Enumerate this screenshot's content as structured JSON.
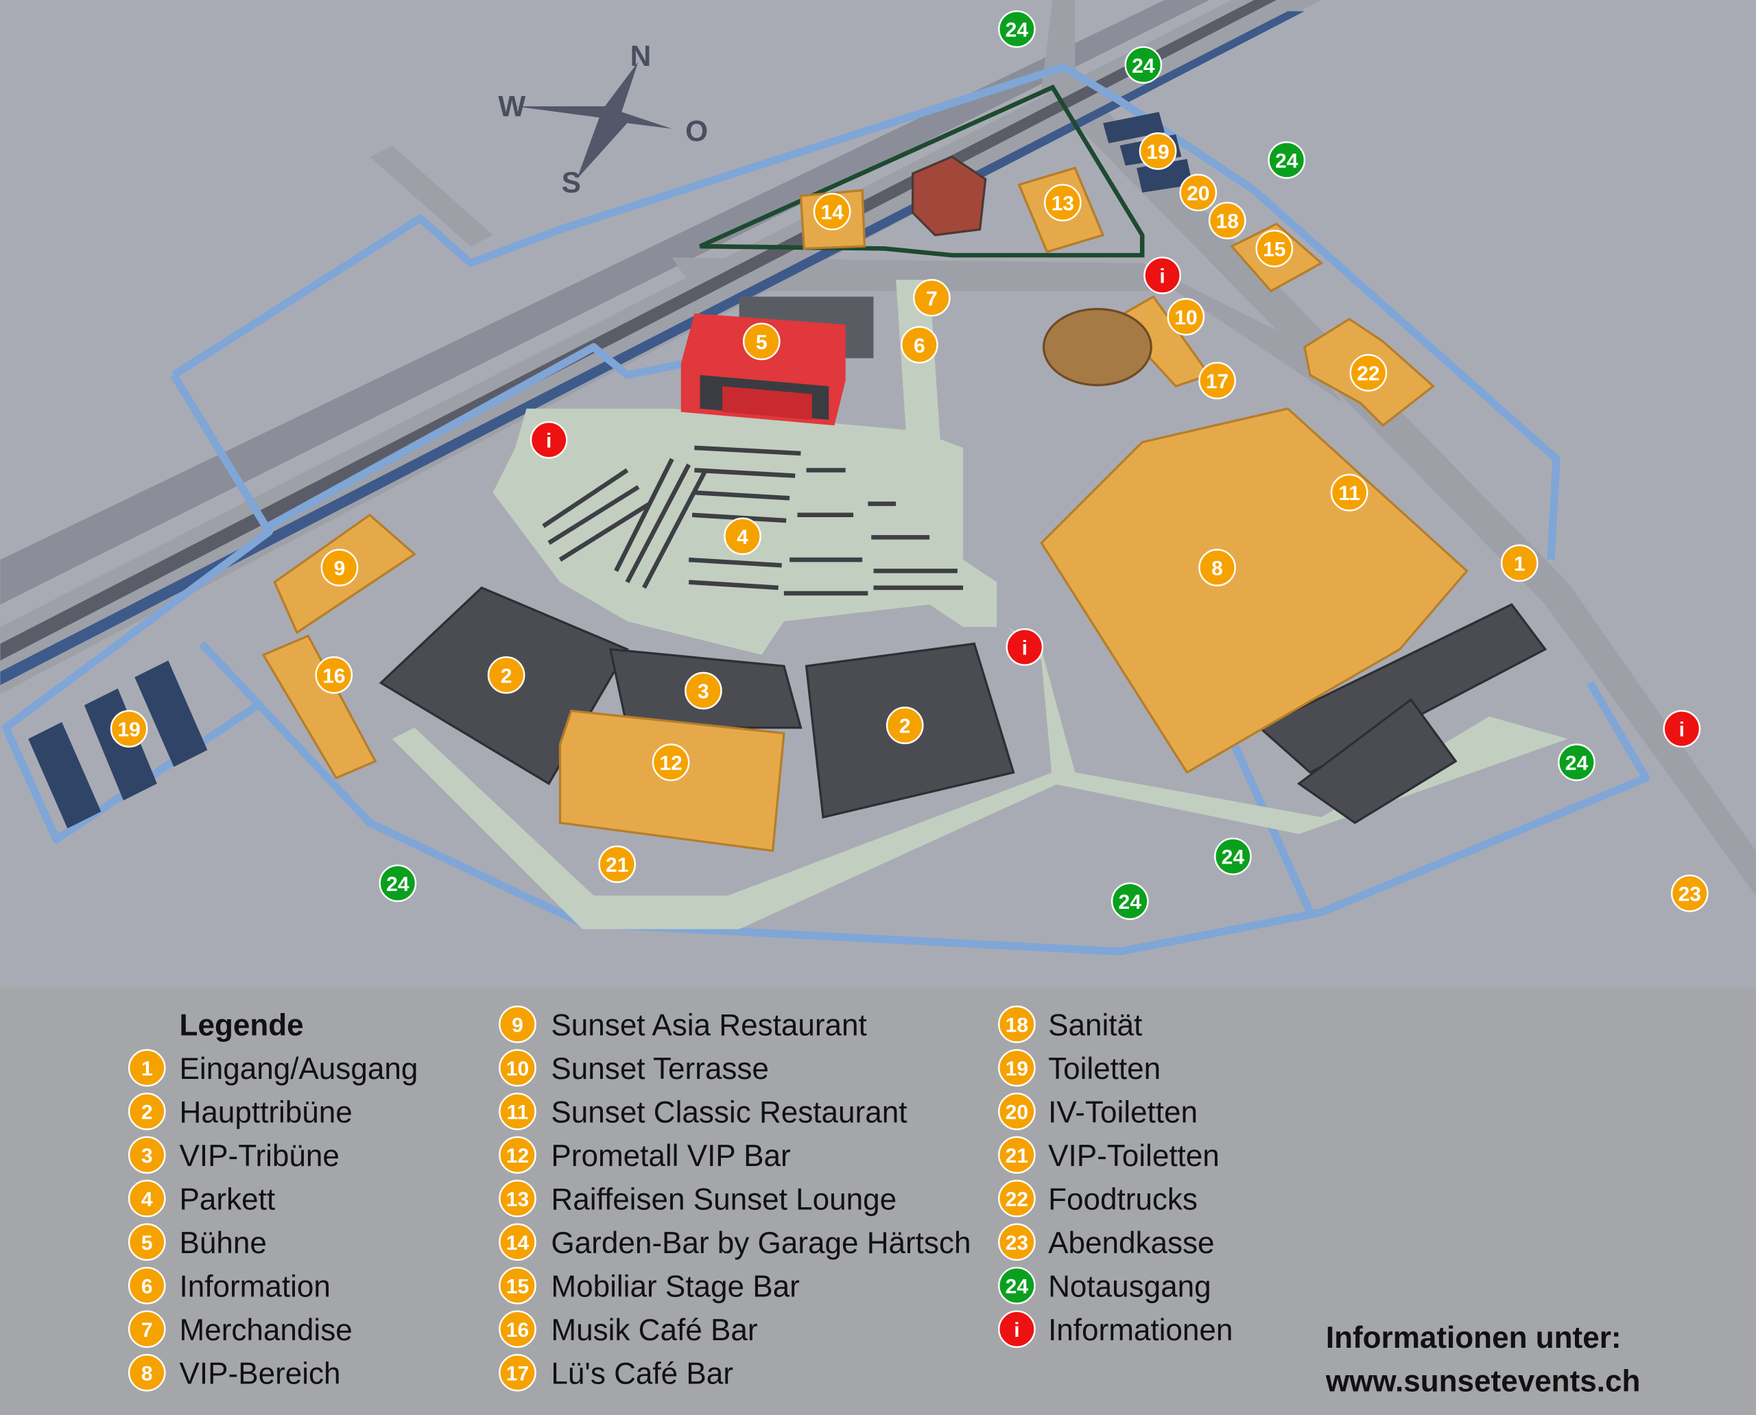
{
  "colors": {
    "orange_marker": "#f5a200",
    "green_marker": "#0aa01e",
    "red_marker": "#ee1111",
    "map_background": "#a9abb4",
    "legend_background": "#a5a6aa",
    "walkway": "#c2cfc0",
    "fence": "#7fa6d6",
    "tent_orange": "#e6a94a",
    "stage_red": "#e0383c",
    "grandstand": "#4b4c52"
  },
  "map": {
    "compass": {
      "north": "N",
      "east": "O",
      "south": "S",
      "west": "W"
    },
    "markers": [
      {
        "n": "24",
        "type": "exit"
      },
      {
        "n": "24",
        "type": "exit"
      },
      {
        "n": "24",
        "type": "exit"
      },
      {
        "n": "24",
        "type": "exit"
      },
      {
        "n": "24",
        "type": "exit"
      },
      {
        "n": "24",
        "type": "exit"
      },
      {
        "n": "24",
        "type": "exit"
      },
      {
        "n": "19",
        "type": "poi"
      },
      {
        "n": "19",
        "type": "poi"
      },
      {
        "n": "20",
        "type": "poi"
      },
      {
        "n": "18",
        "type": "poi"
      },
      {
        "n": "15",
        "type": "poi"
      },
      {
        "n": "13",
        "type": "poi"
      },
      {
        "n": "14",
        "type": "poi"
      },
      {
        "n": "i",
        "type": "info"
      },
      {
        "n": "i",
        "type": "info"
      },
      {
        "n": "i",
        "type": "info"
      },
      {
        "n": "i",
        "type": "info"
      },
      {
        "n": "7",
        "type": "poi"
      },
      {
        "n": "6",
        "type": "poi"
      },
      {
        "n": "5",
        "type": "poi"
      },
      {
        "n": "10",
        "type": "poi"
      },
      {
        "n": "17",
        "type": "poi"
      },
      {
        "n": "22",
        "type": "poi"
      },
      {
        "n": "11",
        "type": "poi"
      },
      {
        "n": "8",
        "type": "poi"
      },
      {
        "n": "1",
        "type": "poi"
      },
      {
        "n": "9",
        "type": "poi"
      },
      {
        "n": "4",
        "type": "poi"
      },
      {
        "n": "16",
        "type": "poi"
      },
      {
        "n": "2",
        "type": "poi"
      },
      {
        "n": "2",
        "type": "poi"
      },
      {
        "n": "3",
        "type": "poi"
      },
      {
        "n": "12",
        "type": "poi"
      },
      {
        "n": "21",
        "type": "poi"
      },
      {
        "n": "23",
        "type": "poi"
      }
    ]
  },
  "legend": {
    "title": "Legende",
    "items": [
      {
        "n": "1",
        "label": "Eingang/Ausgang",
        "type": "poi"
      },
      {
        "n": "2",
        "label": "Haupttribüne",
        "type": "poi"
      },
      {
        "n": "3",
        "label": "VIP-Tribüne",
        "type": "poi"
      },
      {
        "n": "4",
        "label": "Parkett",
        "type": "poi"
      },
      {
        "n": "5",
        "label": "Bühne",
        "type": "poi"
      },
      {
        "n": "6",
        "label": "Information",
        "type": "poi"
      },
      {
        "n": "7",
        "label": "Merchandise",
        "type": "poi"
      },
      {
        "n": "8",
        "label": "VIP-Bereich",
        "type": "poi"
      },
      {
        "n": "9",
        "label": "Sunset Asia Restaurant",
        "type": "poi"
      },
      {
        "n": "10",
        "label": "Sunset Terrasse",
        "type": "poi"
      },
      {
        "n": "11",
        "label": "Sunset Classic Restaurant",
        "type": "poi"
      },
      {
        "n": "12",
        "label": "Prometall VIP Bar",
        "type": "poi"
      },
      {
        "n": "13",
        "label": "Raiffeisen Sunset Lounge",
        "type": "poi"
      },
      {
        "n": "14",
        "label": "Garden-Bar by Garage Härtsch",
        "type": "poi"
      },
      {
        "n": "15",
        "label": "Mobiliar Stage Bar",
        "type": "poi"
      },
      {
        "n": "16",
        "label": "Musik Café Bar",
        "type": "poi"
      },
      {
        "n": "17",
        "label": "Lü's Café Bar",
        "type": "poi"
      },
      {
        "n": "18",
        "label": "Sanität",
        "type": "poi"
      },
      {
        "n": "19",
        "label": "Toiletten",
        "type": "poi"
      },
      {
        "n": "20",
        "label": "IV-Toiletten",
        "type": "poi"
      },
      {
        "n": "21",
        "label": "VIP-Toiletten",
        "type": "poi"
      },
      {
        "n": "22",
        "label": "Foodtrucks",
        "type": "poi"
      },
      {
        "n": "23",
        "label": "Abendkasse",
        "type": "poi"
      },
      {
        "n": "24",
        "label": "Notausgang",
        "type": "exit"
      },
      {
        "n": "i",
        "label": "Informationen",
        "type": "info"
      }
    ]
  },
  "footer": {
    "info_line1": "Informationen unter:",
    "info_line2": "www.sunsetevents.ch"
  }
}
